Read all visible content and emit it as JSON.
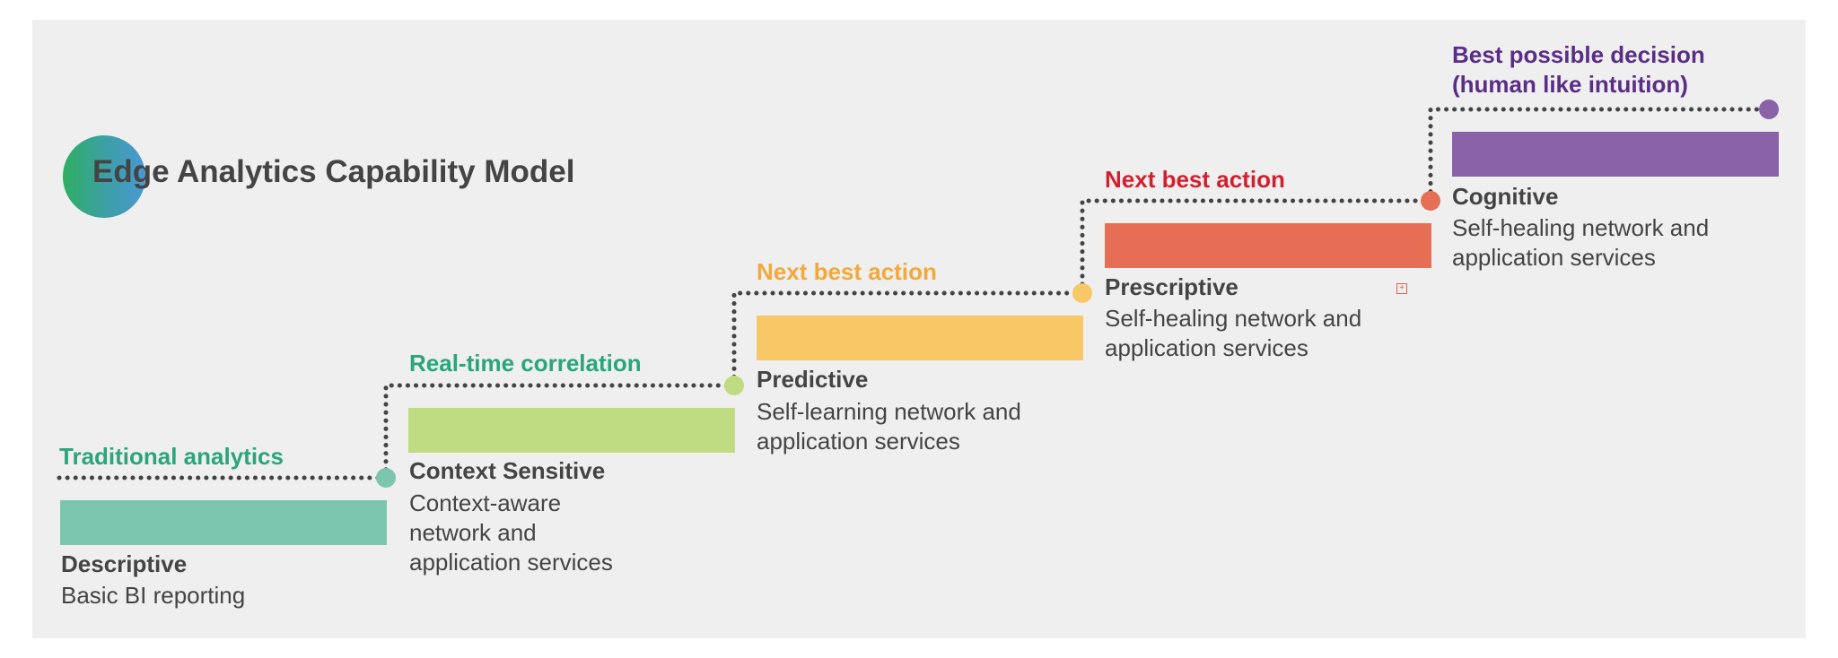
{
  "title": "Edge Analytics Capability Model",
  "colors": {
    "panel": "#efefef",
    "text": "#444444",
    "teal": "#7cc6b0",
    "green": "#bfdc82",
    "yellow": "#f7c865",
    "red": "#e66e55",
    "purple": "#8a62a8"
  },
  "stages": [
    {
      "label": "Traditional analytics",
      "label_color": "#2aa57c",
      "name": "Descriptive",
      "description": "Basic BI reporting",
      "bar_color": "#7cc6b0",
      "dot_color": "#7cc6b0"
    },
    {
      "label": "Real-time correlation",
      "label_color": "#2aa57c",
      "name": "Context Sensitive",
      "description": "Context-aware network and application services",
      "bar_color": "#bfdc82",
      "dot_color": "#bfdc82"
    },
    {
      "label": "Next best action",
      "label_color": "#f2a93b",
      "name": "Predictive",
      "description": "Self-learning network and application services",
      "bar_color": "#f7c865",
      "dot_color": "#f7c865"
    },
    {
      "label": "Next best action",
      "label_color": "#d0212f",
      "name": "Prescriptive",
      "description": "Self-healing network and application services",
      "bar_color": "#e66e55",
      "dot_color": "#e66e55"
    },
    {
      "label": "Best possible decision (human like intuition)",
      "label_color": "#5a2d86",
      "name": "Cognitive",
      "description": "Self-healing network and application services",
      "bar_color": "#8a62a8",
      "dot_color": "#8a62a8"
    }
  ]
}
